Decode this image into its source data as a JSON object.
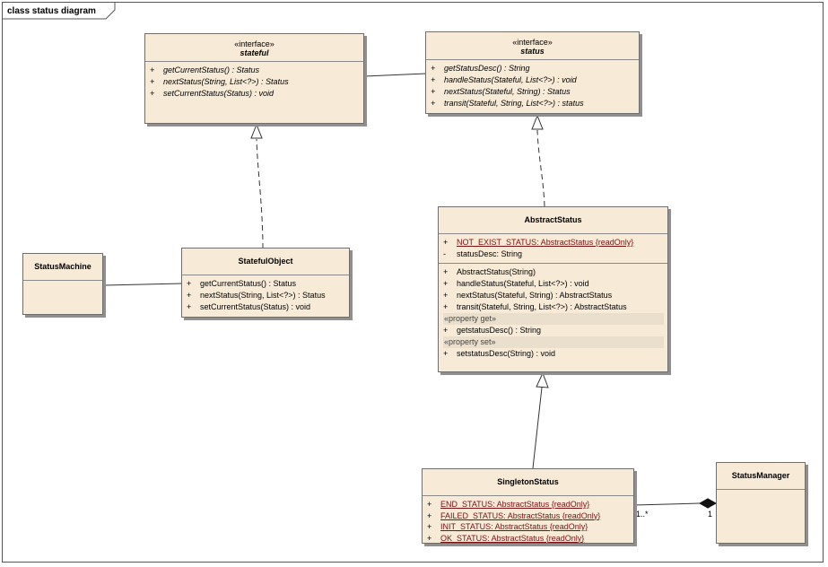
{
  "diagram": {
    "tab_title": "class status diagram"
  },
  "stateful": {
    "stereotype": "«interface»",
    "name": "stateful",
    "ops": [
      {
        "vis": "+",
        "text": "getCurrentStatus() : Status"
      },
      {
        "vis": "+",
        "text": "nextStatus(String, List<?>) : Status"
      },
      {
        "vis": "+",
        "text": "setCurrentStatus(Status) : void"
      }
    ]
  },
  "status": {
    "stereotype": "«interface»",
    "name": "status",
    "ops": [
      {
        "vis": "+",
        "text": "getStatusDesc() : String"
      },
      {
        "vis": "+",
        "text": "handleStatus(Stateful, List<?>) : void"
      },
      {
        "vis": "+",
        "text": "nextStatus(Stateful, String) : Status"
      },
      {
        "vis": "+",
        "text": "transit(Stateful, String, List<?>) : status"
      }
    ]
  },
  "status_machine": {
    "name": "StatusMachine"
  },
  "stateful_object": {
    "name": "StatefulObject",
    "ops": [
      {
        "vis": "+",
        "text": "getCurrentStatus() : Status"
      },
      {
        "vis": "+",
        "text": "nextStatus(String, List<?>) : Status"
      },
      {
        "vis": "+",
        "text": "setCurrentStatus(Status) : void"
      }
    ]
  },
  "abstract_status": {
    "name": "AbstractStatus",
    "attrs": [
      {
        "vis": "+",
        "text": "NOT_EXIST_STATUS:  AbstractStatus {readOnly}"
      },
      {
        "vis": "-",
        "text": "statusDesc:  String"
      }
    ],
    "ops": [
      {
        "vis": "+",
        "text": "AbstractStatus(String)"
      },
      {
        "vis": "+",
        "text": "handleStatus(Stateful, List<?>) : void"
      },
      {
        "vis": "+",
        "text": "nextStatus(Stateful, String) : AbstractStatus"
      },
      {
        "vis": "+",
        "text": "transit(Stateful, String, List<?>) : AbstractStatus"
      }
    ],
    "group_get": "«property get»",
    "get_ops": [
      {
        "vis": "+",
        "text": "getstatusDesc() : String"
      }
    ],
    "group_set": "«property set»",
    "set_ops": [
      {
        "vis": "+",
        "text": "setstatusDesc(String) : void"
      }
    ]
  },
  "singleton_status": {
    "name": "SingletonStatus",
    "attrs": [
      {
        "vis": "+",
        "text": "END_STATUS:  AbstractStatus {readOnly}"
      },
      {
        "vis": "+",
        "text": "FAILED_STATUS:  AbstractStatus {readOnly}"
      },
      {
        "vis": "+",
        "text": "INIT_STATUS:  AbstractStatus {readOnly}"
      },
      {
        "vis": "+",
        "text": "OK_STATUS:  AbstractStatus {readOnly}"
      }
    ]
  },
  "status_manager": {
    "name": "StatusManager"
  },
  "multiplicity": {
    "many": "1..*",
    "one": "1"
  }
}
